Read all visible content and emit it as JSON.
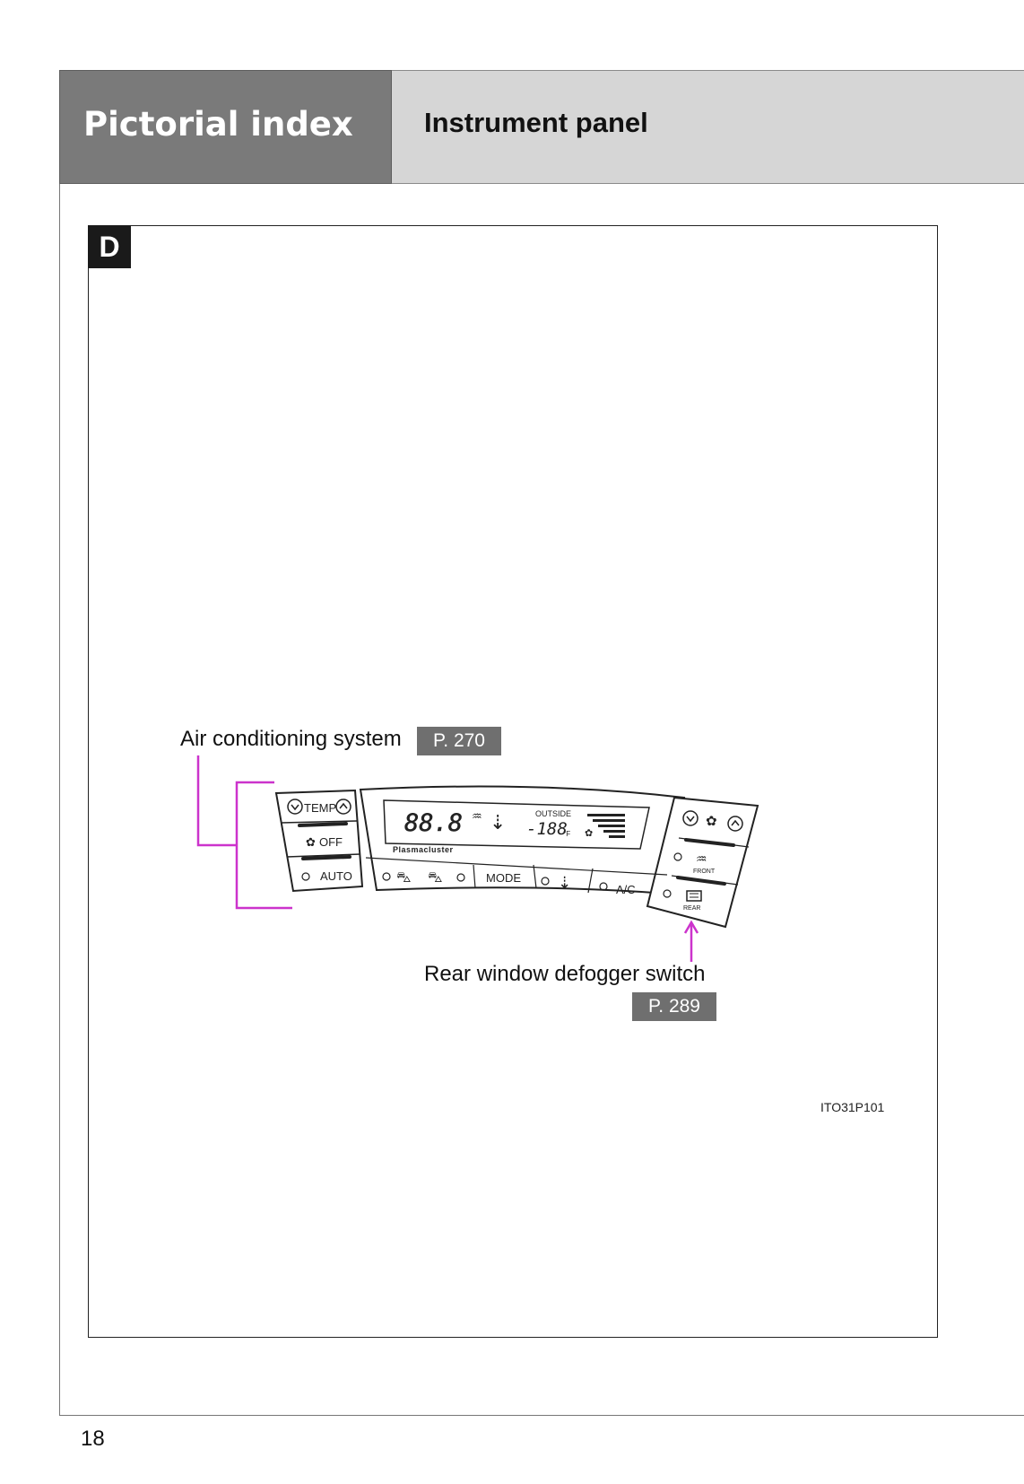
{
  "header": {
    "section_title": "Pictorial index",
    "page_title": "Instrument panel"
  },
  "section_badge": "D",
  "callouts": {
    "air_conditioning": {
      "label": "Air conditioning system",
      "page_ref": "P. 270"
    },
    "rear_defogger": {
      "label": "Rear window defogger switch",
      "page_ref": "P. 289"
    }
  },
  "panel": {
    "temp_label": "TEMP",
    "off_label": "OFF",
    "auto_label": "AUTO",
    "mode_label": "MODE",
    "ac_label": "A/C",
    "front_label": "FRONT",
    "rear_label": "REAR",
    "display_main": "88.8",
    "display_outside_label": "OUTSIDE",
    "display_outside_value": "-188",
    "display_unit": "°F",
    "brand_label": "Plasmacluster"
  },
  "figure_id": "ITO31P101",
  "page_number": "18",
  "colors": {
    "header_dark": "#7a7a7a",
    "header_light": "#d6d6d6",
    "callout_line": "#cc33cc",
    "page_ref_bg": "#6f6f6f"
  }
}
